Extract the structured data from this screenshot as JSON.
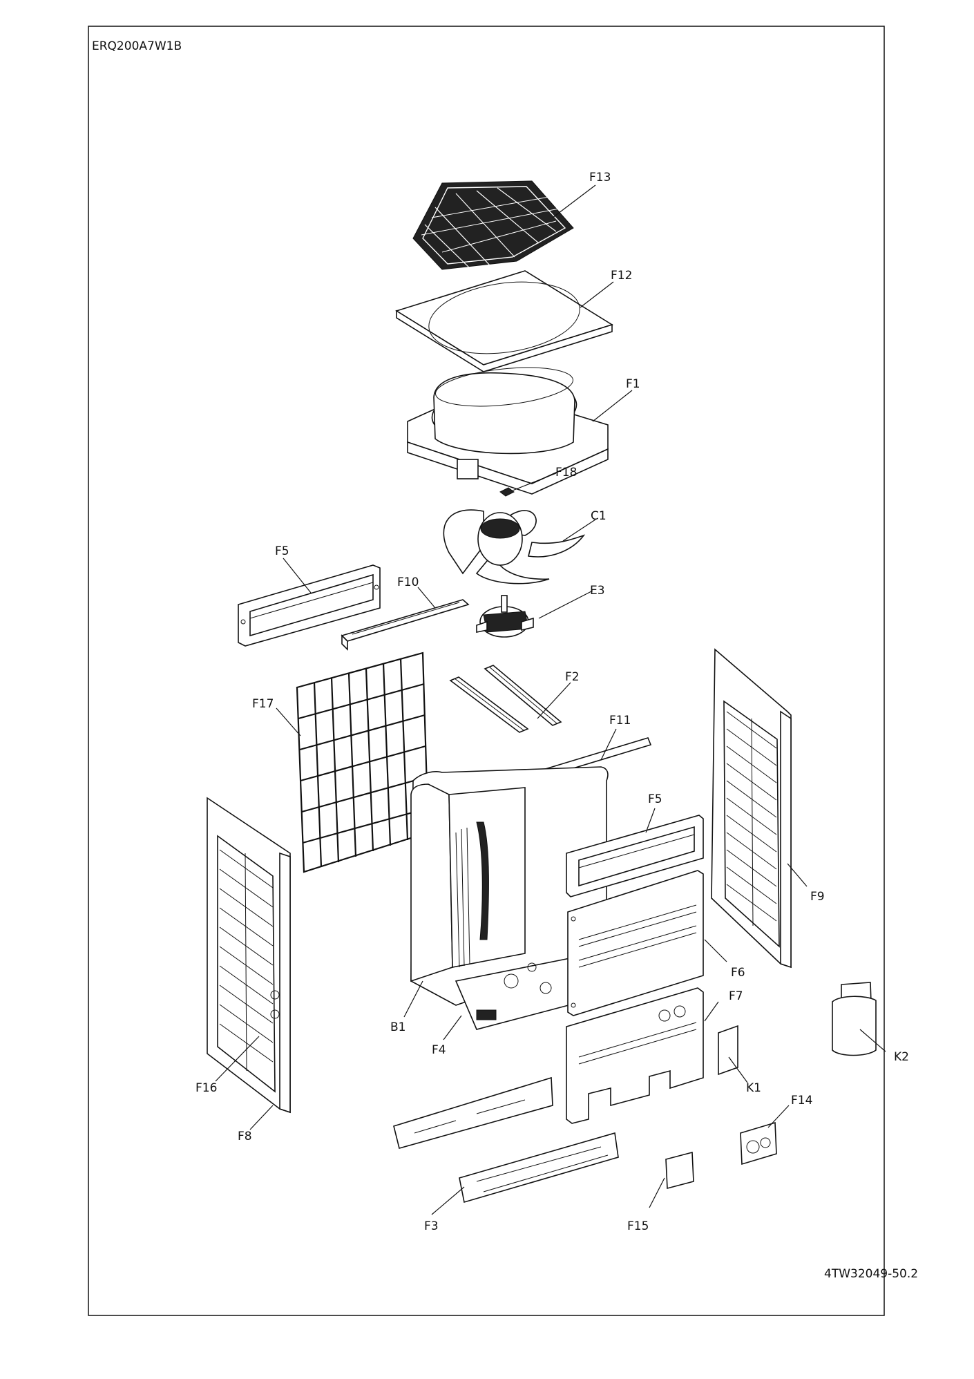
{
  "header": {
    "model": "ERQ200A7W1B"
  },
  "footer": {
    "drawing_number": "4TW32049-50.2"
  },
  "labels": {
    "F13": "F13",
    "F12": "F12",
    "F1": "F1",
    "F18": "F18",
    "C1": "C1",
    "F5_top": "F5",
    "F10": "F10",
    "E3": "E3",
    "F2": "F2",
    "F17": "F17",
    "F11": "F11",
    "F5_front": "F5",
    "F9": "F9",
    "F6": "F6",
    "F7": "F7",
    "B1": "B1",
    "F4": "F4",
    "F16": "F16",
    "F8": "F8",
    "K1": "K1",
    "K2": "K2",
    "F14": "F14",
    "F3": "F3",
    "F15": "F15"
  }
}
